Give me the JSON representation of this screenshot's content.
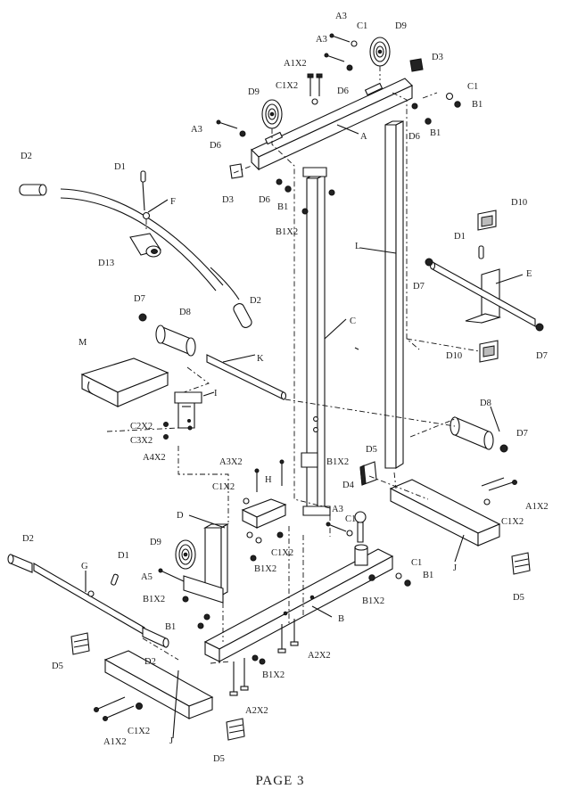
{
  "labels": {
    "a3_top1": "A3",
    "c1_top": "C1",
    "d9_top": "D9",
    "a3_top2": "A3",
    "d3_top": "D3",
    "a1x2_top": "A1X2",
    "c1x2_top": "C1X2",
    "d6_top": "D6",
    "c1_right": "C1",
    "b1_right1": "B1",
    "d9_left": "D9",
    "d6_mid": "D6",
    "b1_right2": "B1",
    "a3_left": "A3",
    "d6_left": "D6",
    "a_frame": "A",
    "d3_left": "D3",
    "d6_low": "D6",
    "b1_low": "B1",
    "b1x2_upper": "B1X2",
    "d2_tl": "D2",
    "d1_tl": "D1",
    "f": "F",
    "d13": "D13",
    "d2_fr": "D2",
    "l": "L",
    "d10_top": "D10",
    "d1_right": "D1",
    "e": "E",
    "d7_r1": "D7",
    "d7_r2": "D7",
    "d10_bot": "D10",
    "c": "C",
    "d7_l": "D7",
    "d8_l": "D8",
    "k": "K",
    "m": "M",
    "i": "I",
    "c2x2": "C2X2",
    "c3x2": "C3X2",
    "a4x2": "A4X2",
    "d8_r": "D8",
    "d7_r3": "D7",
    "a3x2": "A3X2",
    "c1x2_mid": "C1X2",
    "h": "H",
    "b1x2_mid": "B1X2",
    "d5_top": "D5",
    "d4": "D4",
    "a3_mid": "A3",
    "c1_mid": "C1",
    "a1x2_right": "A1X2",
    "c1x2_right": "C1X2",
    "d": "D",
    "c1x2_d": "C1X2",
    "b1x2_d": "B1X2",
    "d2_bl": "D2",
    "g": "G",
    "d1_bl": "D1",
    "d9_bl": "D9",
    "a5": "A5",
    "b1x2_left": "B1X2",
    "c1_b": "C1",
    "b1_b": "B1",
    "j_right": "J",
    "d5_right": "D5",
    "b1x2_b": "B1X2",
    "b1_left": "B1",
    "b": "B",
    "d2_bot": "D2",
    "a2x2_right": "A2X2",
    "d5_left": "D5",
    "b1x2_bot": "B1X2",
    "a2x2_left": "A2X2",
    "a1x2_bot": "A1X2",
    "c1x2_bot": "C1X2",
    "j_left": "J",
    "d5_bot": "D5"
  },
  "footer": {
    "page": "PAGE 3"
  }
}
